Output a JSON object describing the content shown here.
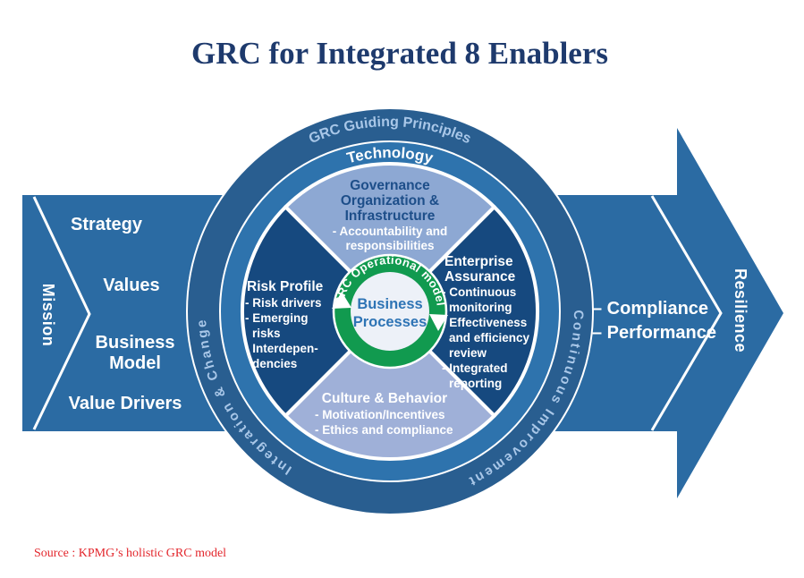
{
  "title": "GRC for Integrated 8 Enablers",
  "source": "Source : KPMG’s holistic GRC model",
  "arrow": {
    "mission": "Mission",
    "input_lines": [
      "Strategy",
      "Values",
      "Business",
      "Model",
      "Value Drivers"
    ],
    "outputs": [
      "– Compliance",
      "– Performance"
    ],
    "resilience": "Resilience"
  },
  "rings": {
    "guiding_principles": "GRC Guiding Principles",
    "technology": "Technology",
    "integration_change": "Integration & Change",
    "continuous_improvement": "Continuous Improvement"
  },
  "quadrants": {
    "governance": {
      "heading_lines": [
        "Governance",
        "Organization &",
        "Infrastructure"
      ],
      "items": [
        "- Accountability and",
        "responsibilities"
      ]
    },
    "risk": {
      "heading": "Risk Profile",
      "items": [
        "- Risk drivers",
        "- Emerging",
        "risks",
        "- Interdepen-",
        "dencies"
      ]
    },
    "assurance": {
      "heading_lines": [
        "Enterprise",
        "Assurance"
      ],
      "items": [
        "- Continuous",
        "monitoring",
        "- Effectiveness",
        "and efficiency",
        "review",
        "- Integrated",
        "reporting"
      ]
    },
    "culture": {
      "heading": "Culture & Behavior",
      "items": [
        "- Motivation/Incentives",
        "- Ethics and compliance"
      ]
    }
  },
  "center": {
    "ring_label": "GRC Operational model",
    "label_lines": [
      "Business",
      "Processes"
    ]
  },
  "colors": {
    "arrow_blue": "#2b6ba3",
    "outer_ring": "#295e90",
    "inner_ring": "#2e73ad",
    "navy_quadrant": "#16497f",
    "light_quadrant_top": "#8da8d3",
    "light_quadrant_bottom": "#9fb0d8",
    "green_ring": "#119a4f",
    "center_fill": "#edf1f8",
    "title_navy": "#1e3a6d",
    "source_red": "#e3262c",
    "heading_on_light": "#1d4e89",
    "arc_light_text": "#a9c7e8",
    "process_blue": "#2e74b5"
  }
}
